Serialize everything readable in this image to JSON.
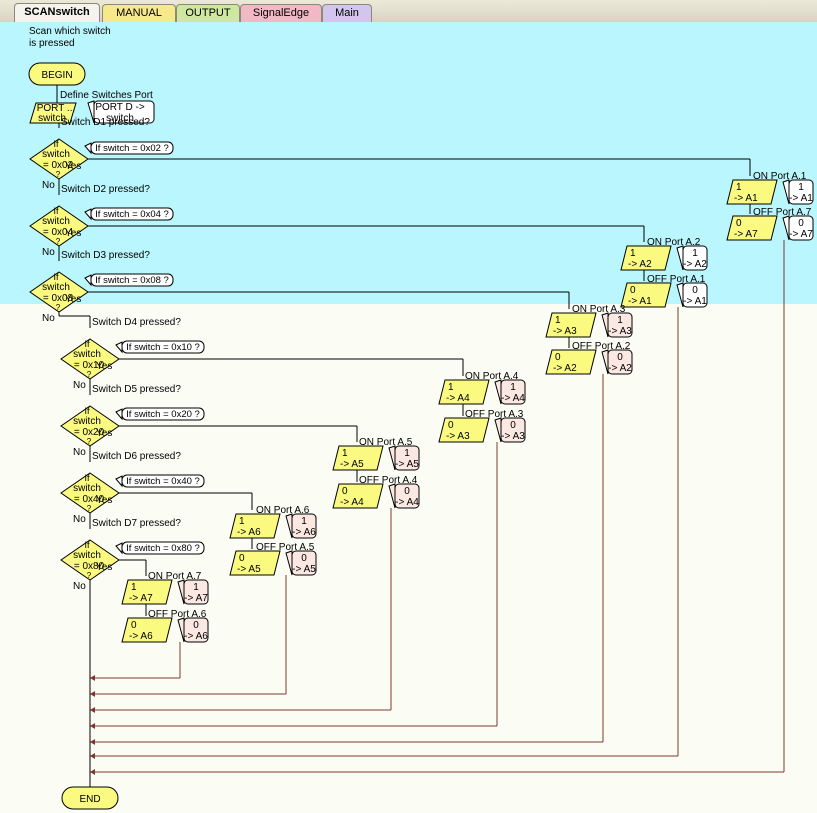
{
  "tabs": [
    {
      "label": "SCANswitch",
      "color": "#f4f3ee",
      "active": true
    },
    {
      "label": "MANUAL",
      "color": "#f7e98a"
    },
    {
      "label": "OUTPUT",
      "color": "#cfe8a0"
    },
    {
      "label": "SignalEdge",
      "color": "#f2b8c6"
    },
    {
      "label": "Main",
      "color": "#d2c6ef"
    }
  ],
  "colors": {
    "canvas_top": "#b9f6fd",
    "canvas_bottom": "#fbfdf5",
    "shape_fill": "#fafa80",
    "label_fill": "#ffffff",
    "label_fill_alt": "#fbe8e2",
    "line": "#000000",
    "loop_line": "#7a3a2a"
  },
  "comment": [
    "Scan which switch",
    "is pressed"
  ],
  "begin_label": "BEGIN",
  "end_label": "END",
  "define": {
    "comment": "Define Switches Port",
    "shape": [
      "PORT ...",
      "switch"
    ],
    "label": [
      "PORT D ->",
      "switch"
    ]
  },
  "yes_label": "Yes",
  "no_label": "No",
  "decisions": [
    {
      "comment": "Switch D1 pressed?",
      "cond": "If switch = 0x02 ?",
      "shape": [
        "If",
        "switch",
        "= 0x02",
        "?"
      ],
      "on": {
        "comment": "ON Port A.1",
        "shape": [
          "1",
          "-> A1"
        ],
        "label": [
          "1",
          "-> A1"
        ]
      },
      "off": {
        "comment": "OFF Port A.7",
        "shape": [
          "0",
          "-> A7"
        ],
        "label": [
          "0",
          "-> A7"
        ]
      }
    },
    {
      "comment": "Switch D2 pressed?",
      "cond": "If switch = 0x04 ?",
      "shape": [
        "If",
        "switch",
        "= 0x04",
        "?"
      ],
      "on": {
        "comment": "ON Port A.2",
        "shape": [
          "1",
          "-> A2"
        ],
        "label": [
          "1",
          "-> A2"
        ]
      },
      "off": {
        "comment": "OFF Port A.1",
        "shape": [
          "0",
          "-> A1"
        ],
        "label": [
          "0",
          "-> A1"
        ]
      }
    },
    {
      "comment": "Switch D3 pressed?",
      "cond": "If switch = 0x08 ?",
      "shape": [
        "If",
        "switch",
        "= 0x08",
        "?"
      ],
      "on": {
        "comment": "ON Port A.3",
        "shape": [
          "1",
          "-> A3"
        ],
        "label": [
          "1",
          "-> A3"
        ]
      },
      "off": {
        "comment": "OFF Port A.2",
        "shape": [
          "0",
          "-> A2"
        ],
        "label": [
          "0",
          "-> A2"
        ]
      }
    },
    {
      "comment": "Switch D4 pressed?",
      "cond": "If switch = 0x10 ?",
      "shape": [
        "If",
        "switch",
        "= 0x10",
        "?"
      ],
      "on": {
        "comment": "ON Port A.4",
        "shape": [
          "1",
          "-> A4"
        ],
        "label": [
          "1",
          "-> A4"
        ]
      },
      "off": {
        "comment": "OFF Port A.3",
        "shape": [
          "0",
          "-> A3"
        ],
        "label": [
          "0",
          "-> A3"
        ]
      }
    },
    {
      "comment": "Switch D5 pressed?",
      "cond": "If switch = 0x20 ?",
      "shape": [
        "If",
        "switch",
        "= 0x20",
        "?"
      ],
      "on": {
        "comment": "ON Port A.5",
        "shape": [
          "1",
          "-> A5"
        ],
        "label": [
          "1",
          "-> A5"
        ]
      },
      "off": {
        "comment": "OFF Port A.4",
        "shape": [
          "0",
          "-> A4"
        ],
        "label": [
          "0",
          "-> A4"
        ]
      }
    },
    {
      "comment": "Switch D6 pressed?",
      "cond": "If switch = 0x40 ?",
      "shape": [
        "If",
        "switch",
        "= 0x40",
        "?"
      ],
      "on": {
        "comment": "ON Port A.6",
        "shape": [
          "1",
          "-> A6"
        ],
        "label": [
          "1",
          "-> A6"
        ]
      },
      "off": {
        "comment": "OFF Port A.5",
        "shape": [
          "0",
          "-> A5"
        ],
        "label": [
          "0",
          "-> A5"
        ]
      }
    },
    {
      "comment": "Switch D7 pressed?",
      "cond": "If switch = 0x80 ?",
      "shape": [
        "If",
        "switch",
        "= 0x80",
        "?"
      ],
      "on": {
        "comment": "ON Port A.7",
        "shape": [
          "1",
          "-> A7"
        ],
        "label": [
          "1",
          "-> A7"
        ]
      },
      "off": {
        "comment": "OFF Port A.6",
        "shape": [
          "0",
          "-> A6"
        ],
        "label": [
          "0",
          "-> A6"
        ]
      }
    }
  ]
}
